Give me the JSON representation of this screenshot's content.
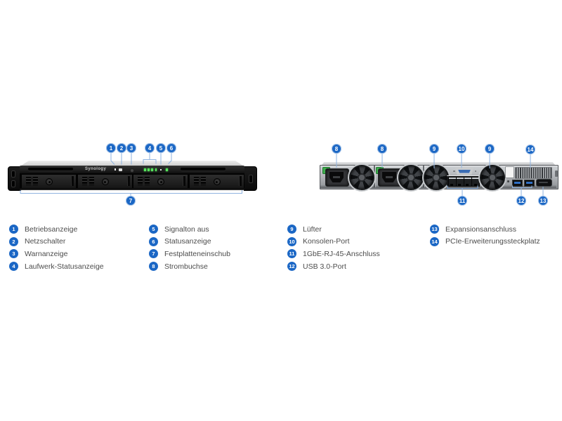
{
  "front_panel": {
    "logo_text": "Synology"
  },
  "callouts": {
    "front_top": [
      "1",
      "2",
      "3",
      "4",
      "5",
      "6"
    ],
    "front_bottom": [
      "7"
    ],
    "rear_top": [
      "8",
      "8",
      "9",
      "10",
      "9",
      "14"
    ],
    "rear_bottom": [
      "11",
      "12",
      "13"
    ]
  },
  "legend": {
    "columns": [
      {
        "items": [
          {
            "num": "1",
            "label": "Betriebsanzeige"
          },
          {
            "num": "2",
            "label": "Netzschalter"
          },
          {
            "num": "3",
            "label": "Warnanzeige"
          },
          {
            "num": "4",
            "label": "Laufwerk-Statusanzeige"
          }
        ]
      },
      {
        "items": [
          {
            "num": "5",
            "label": "Signalton aus"
          },
          {
            "num": "6",
            "label": "Statusanzeige"
          },
          {
            "num": "7",
            "label": "Festplatteneinschub"
          },
          {
            "num": "8",
            "label": "Strombuchse"
          }
        ]
      },
      {
        "items": [
          {
            "num": "9",
            "label": "Lüfter"
          },
          {
            "num": "10",
            "label": "Konsolen-Port"
          },
          {
            "num": "11",
            "label": "1GbE-RJ-45-Anschluss"
          },
          {
            "num": "12",
            "label": "USB 3.0-Port"
          }
        ]
      },
      {
        "items": [
          {
            "num": "13",
            "label": "Expansionsanschluss"
          },
          {
            "num": "14",
            "label": "PCIe-Erweiterungssteckplatz"
          }
        ]
      }
    ]
  },
  "colors": {
    "badge_blue": "#1b67c5",
    "leader_line_blue": "#8fb3e0",
    "led_green": "#54e25b",
    "psu_clip_green": "#3fae4e",
    "vga_blue": "#3a6cb4",
    "usb_blue": "#2f6fc4"
  }
}
